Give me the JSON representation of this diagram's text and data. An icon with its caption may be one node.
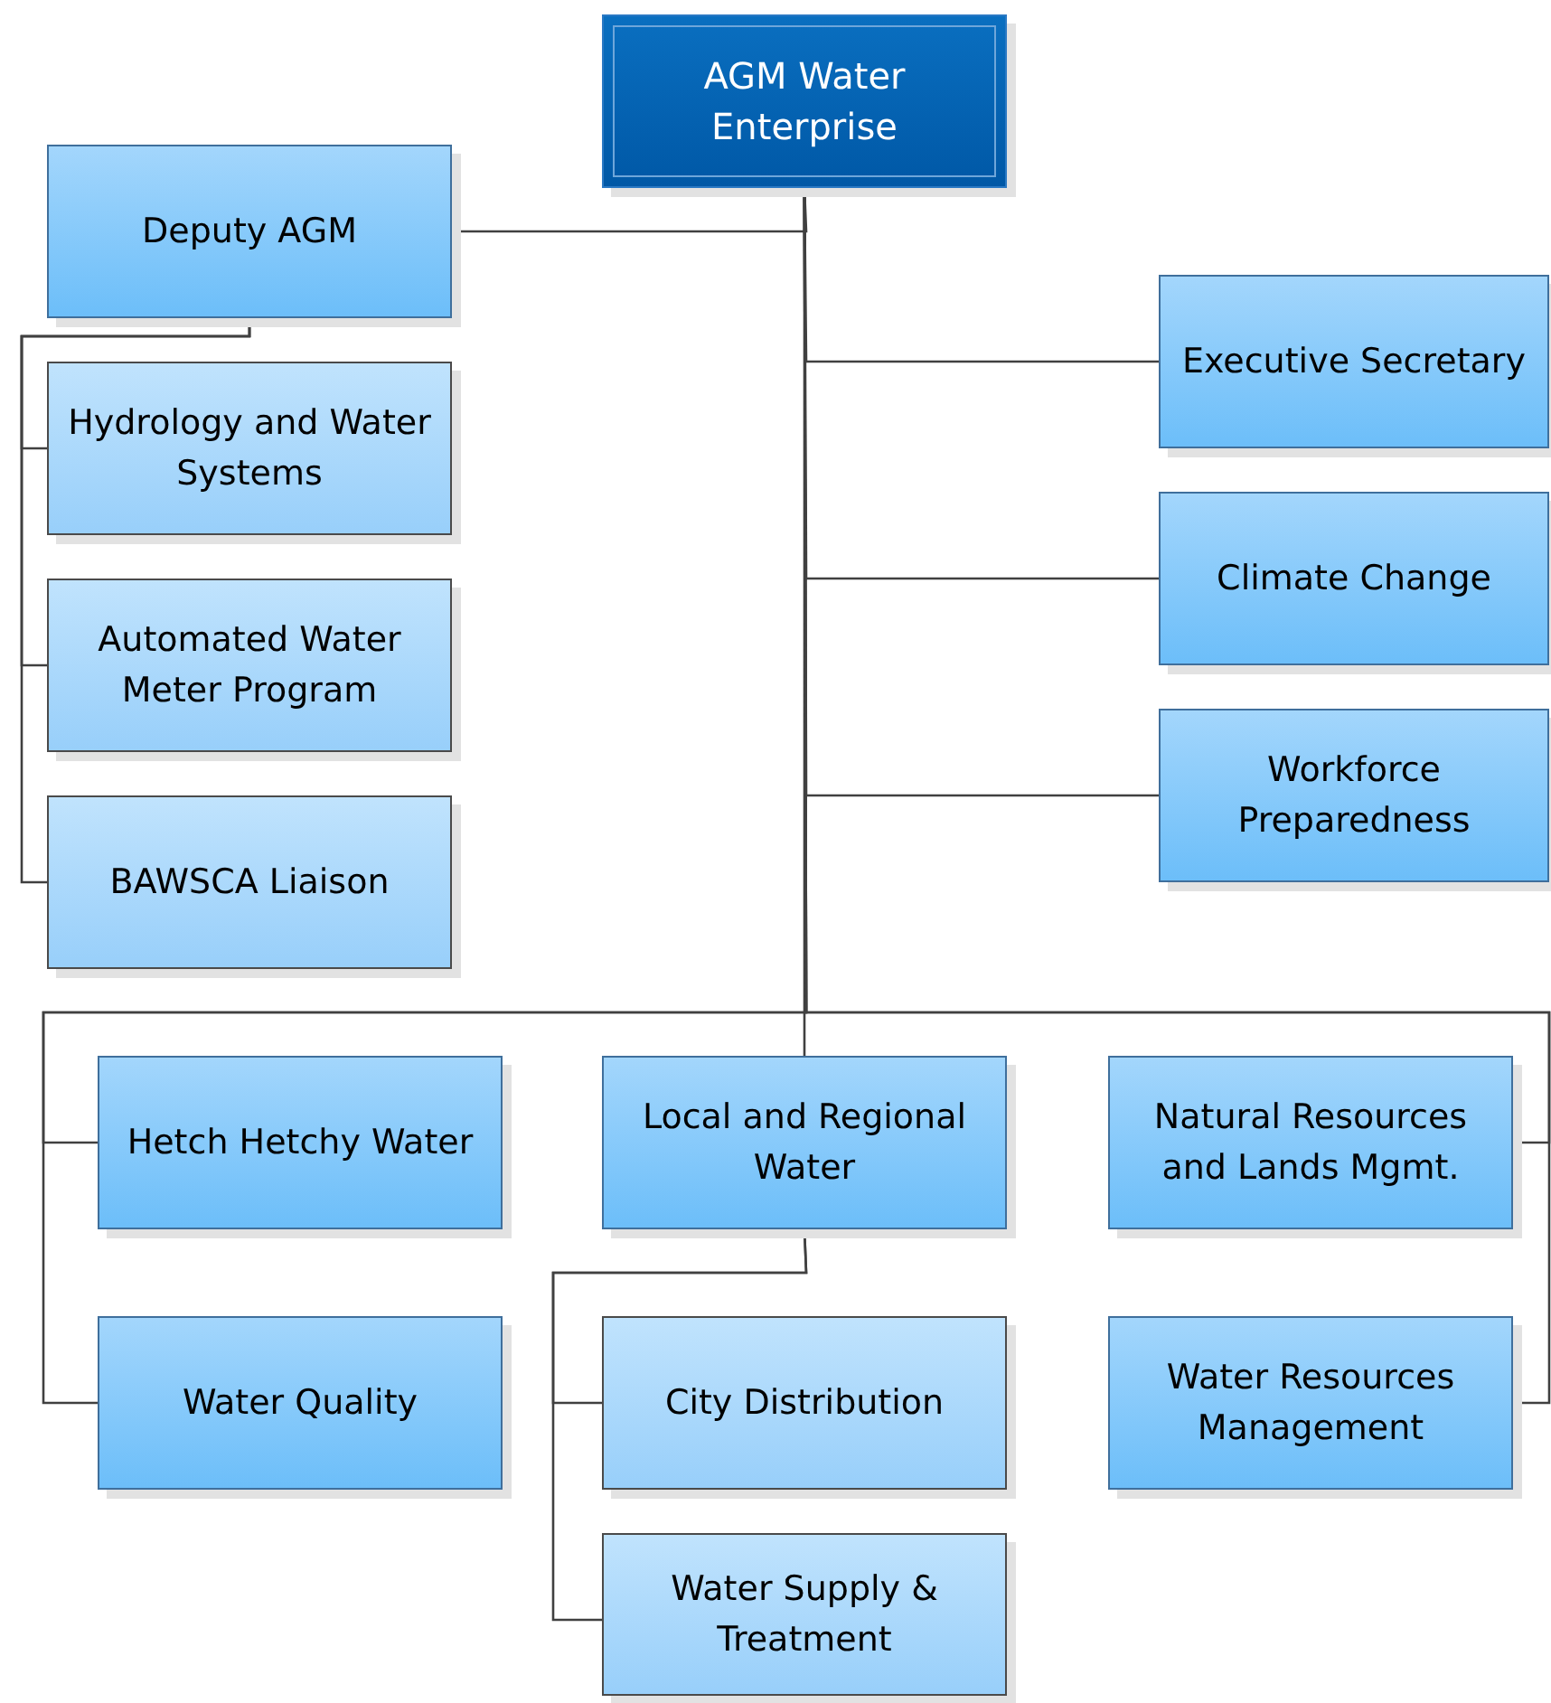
{
  "diagram": {
    "nodes": [
      {
        "text": [
          "AGM Water Enterprise"
        ]
      },
      {
        "text": [
          "Deputy AGM"
        ]
      },
      {
        "text": [
          "Hydrology and Water Systems"
        ]
      },
      {
        "text": [
          "Automated Water Meter Program"
        ]
      },
      {
        "text": [
          "BAWSCA Liaison"
        ]
      },
      {
        "text": [
          "Executive Secretary"
        ]
      },
      {
        "text": [
          "Climate Change"
        ]
      },
      {
        "text": [
          "Workforce Preparedness"
        ]
      },
      {
        "text": [
          "Hetch Hetchy Water"
        ]
      },
      {
        "text": [
          "Local and Regional Water"
        ]
      },
      {
        "text": [
          "Natural Resources and Lands Mgmt."
        ]
      },
      {
        "text": [
          "Water Quality"
        ]
      },
      {
        "text": [
          "City Distribution"
        ]
      },
      {
        "text": [
          "Water Supply & Treatment"
        ]
      },
      {
        "text": [
          "Water Resources Management"
        ]
      }
    ],
    "edges": [
      {
        "from": 0,
        "to": 1,
        "arrow": "none"
      },
      {
        "from": 0,
        "to": 5,
        "arrow": "none"
      },
      {
        "from": 0,
        "to": 6,
        "arrow": "none"
      },
      {
        "from": 0,
        "to": 7,
        "arrow": "none"
      },
      {
        "from": 1,
        "to": 2,
        "arrow": "none"
      },
      {
        "from": 1,
        "to": 3,
        "arrow": "none"
      },
      {
        "from": 1,
        "to": 4,
        "arrow": "none"
      },
      {
        "from": 0,
        "to": 8,
        "arrow": "none"
      },
      {
        "from": 0,
        "to": 9,
        "arrow": "none"
      },
      {
        "from": 0,
        "to": 10,
        "arrow": "none"
      },
      {
        "from": 0,
        "to": 11,
        "arrow": "none"
      },
      {
        "from": 0,
        "to": 14,
        "arrow": "none"
      },
      {
        "from": 9,
        "to": 12,
        "arrow": "none"
      },
      {
        "from": 9,
        "to": 13,
        "arrow": "none"
      }
    ]
  }
}
